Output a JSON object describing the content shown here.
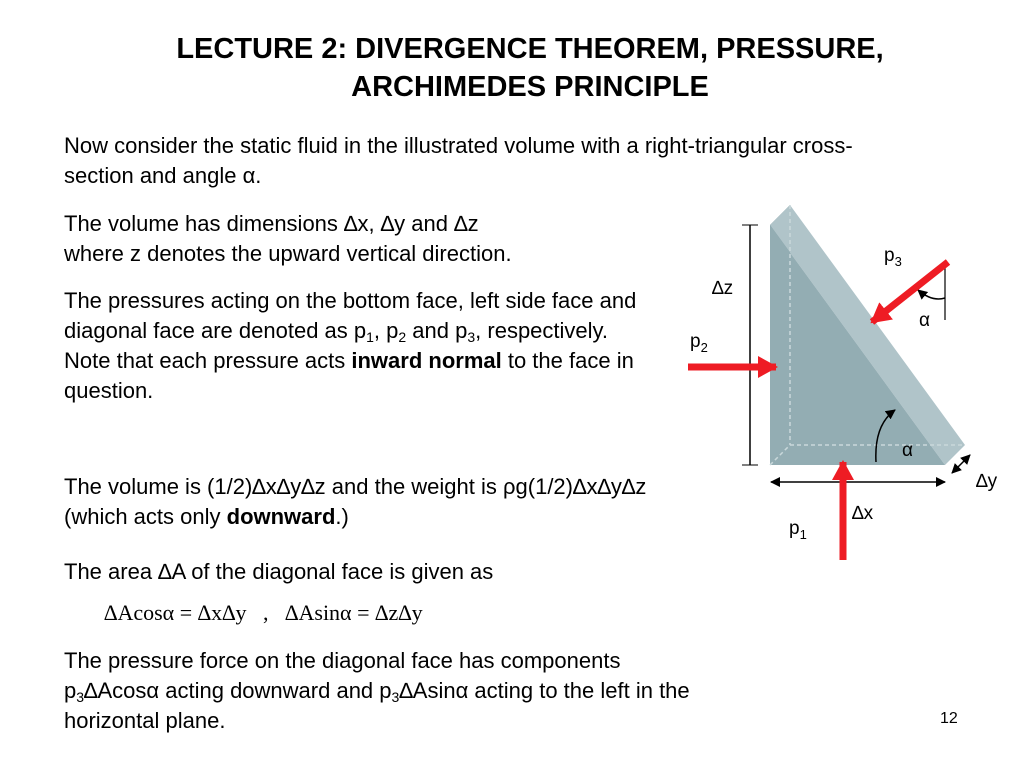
{
  "slide": {
    "title_line1": "LECTURE 2: DIVERGENCE THEOREM, PRESSURE,",
    "title_line2": "ARCHIMEDES PRINCIPLE",
    "page_number": "12"
  },
  "paragraphs": {
    "intro": "Now consider the static fluid in the illustrated volume with a right-triangular cross-section and angle α.",
    "dims_line1": "The volume has dimensions ∆x, ∆y and ∆z",
    "dims_line2": "where z denotes the upward vertical direction.",
    "press_a": "The pressures acting on the bottom face, left side face and diagonal face are denoted as p",
    "press_sub1": "1",
    "press_b": ", p",
    "press_sub2": "2",
    "press_c": " and p",
    "press_sub3": "3",
    "press_d": ", respectively.  Note that each pressure acts ",
    "press_bold": "inward normal",
    "press_e": " to the face in question.",
    "vol_a": "The volume is (1/2)∆x∆y∆z and the weight is ρg(1/2)∆x∆y∆z (which acts only ",
    "vol_bold": "downward",
    "vol_b": ".)",
    "area": "The area ∆A of the diagonal face is given as",
    "force_a": "The pressure force on the diagonal face has components p",
    "force_sub1": "3",
    "force_b": "∆Acosα acting downward and p",
    "force_sub2": "3",
    "force_c": "∆Asinα acting to the left in the horizontal plane."
  },
  "formula": {
    "left": "∆Acosα = ∆x∆y",
    "sep": "   ,   ",
    "right": "∆Asinα = ∆z∆y"
  },
  "diagram": {
    "label_p1": "p",
    "label_p1_sub": "1",
    "label_p2": "p",
    "label_p2_sub": "2",
    "label_p3": "p",
    "label_p3_sub": "3",
    "label_dz": "∆z",
    "label_dx": "∆x",
    "label_dy": "∆y",
    "label_alpha_top": "α",
    "label_alpha_bottom": "α",
    "colors": {
      "prism_front": "#93adb3",
      "prism_side": "#7f9aa1",
      "prism_top": "#b9cbcf",
      "arrow": "#ee1c24"
    }
  }
}
